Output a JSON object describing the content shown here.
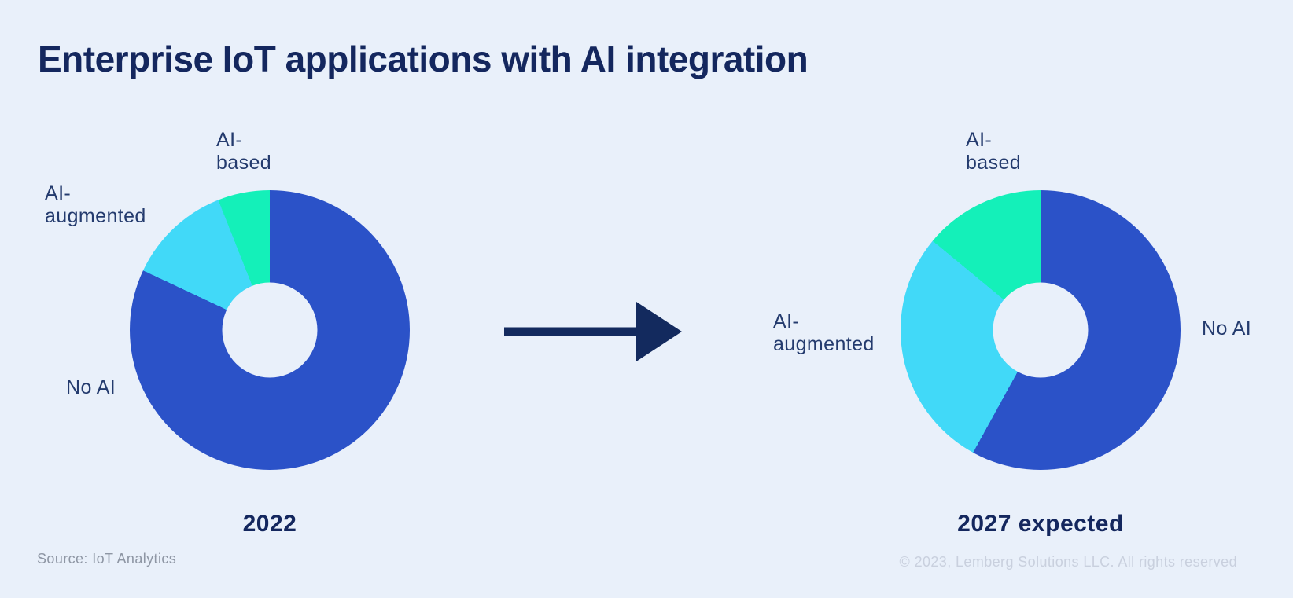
{
  "title": "Enterprise IoT applications with AI integration",
  "theme": {
    "background": "#E9F0FA",
    "title_color": "#14275E",
    "label_color": "#243B6E",
    "arrow_color": "#132A5E",
    "source_color": "#8E96A4",
    "copyright_color": "#C9D0DE"
  },
  "chart_data": [
    {
      "type": "donut",
      "title": "2022",
      "categories": [
        "No AI",
        "AI-augmented",
        "AI-based"
      ],
      "values": [
        82,
        12,
        6
      ],
      "unit": "%",
      "colors": [
        "#2B52C8",
        "#41D9F8",
        "#14F0B9"
      ],
      "start_angle_deg": 0,
      "direction": "clockwise",
      "inner_radius_ratio": 0.34,
      "data_labels_shown": false
    },
    {
      "type": "donut",
      "title": "2027 expected",
      "categories": [
        "No AI",
        "AI-augmented",
        "AI-based"
      ],
      "values": [
        58,
        28,
        14
      ],
      "unit": "%",
      "colors": [
        "#2B52C8",
        "#41D9F8",
        "#14F0B9"
      ],
      "start_angle_deg": 0,
      "direction": "clockwise",
      "inner_radius_ratio": 0.34,
      "data_labels_shown": false
    }
  ],
  "charts": [
    {
      "callouts": [
        {
          "name": "ai-based",
          "lines": [
            "AI-",
            "based"
          ]
        },
        {
          "name": "ai-augmented",
          "lines": [
            "AI-",
            "augmented"
          ]
        },
        {
          "name": "no-ai",
          "lines": [
            "No AI"
          ]
        }
      ]
    },
    {
      "callouts": [
        {
          "name": "ai-based",
          "lines": [
            "AI-",
            "based"
          ]
        },
        {
          "name": "ai-augmented",
          "lines": [
            "AI-",
            "augmented"
          ]
        },
        {
          "name": "no-ai",
          "lines": [
            "No AI"
          ]
        }
      ]
    }
  ],
  "footer": {
    "source": "Source: IoT Analytics",
    "copyright": "© 2023, Lemberg Solutions LLC. All rights reserved"
  }
}
